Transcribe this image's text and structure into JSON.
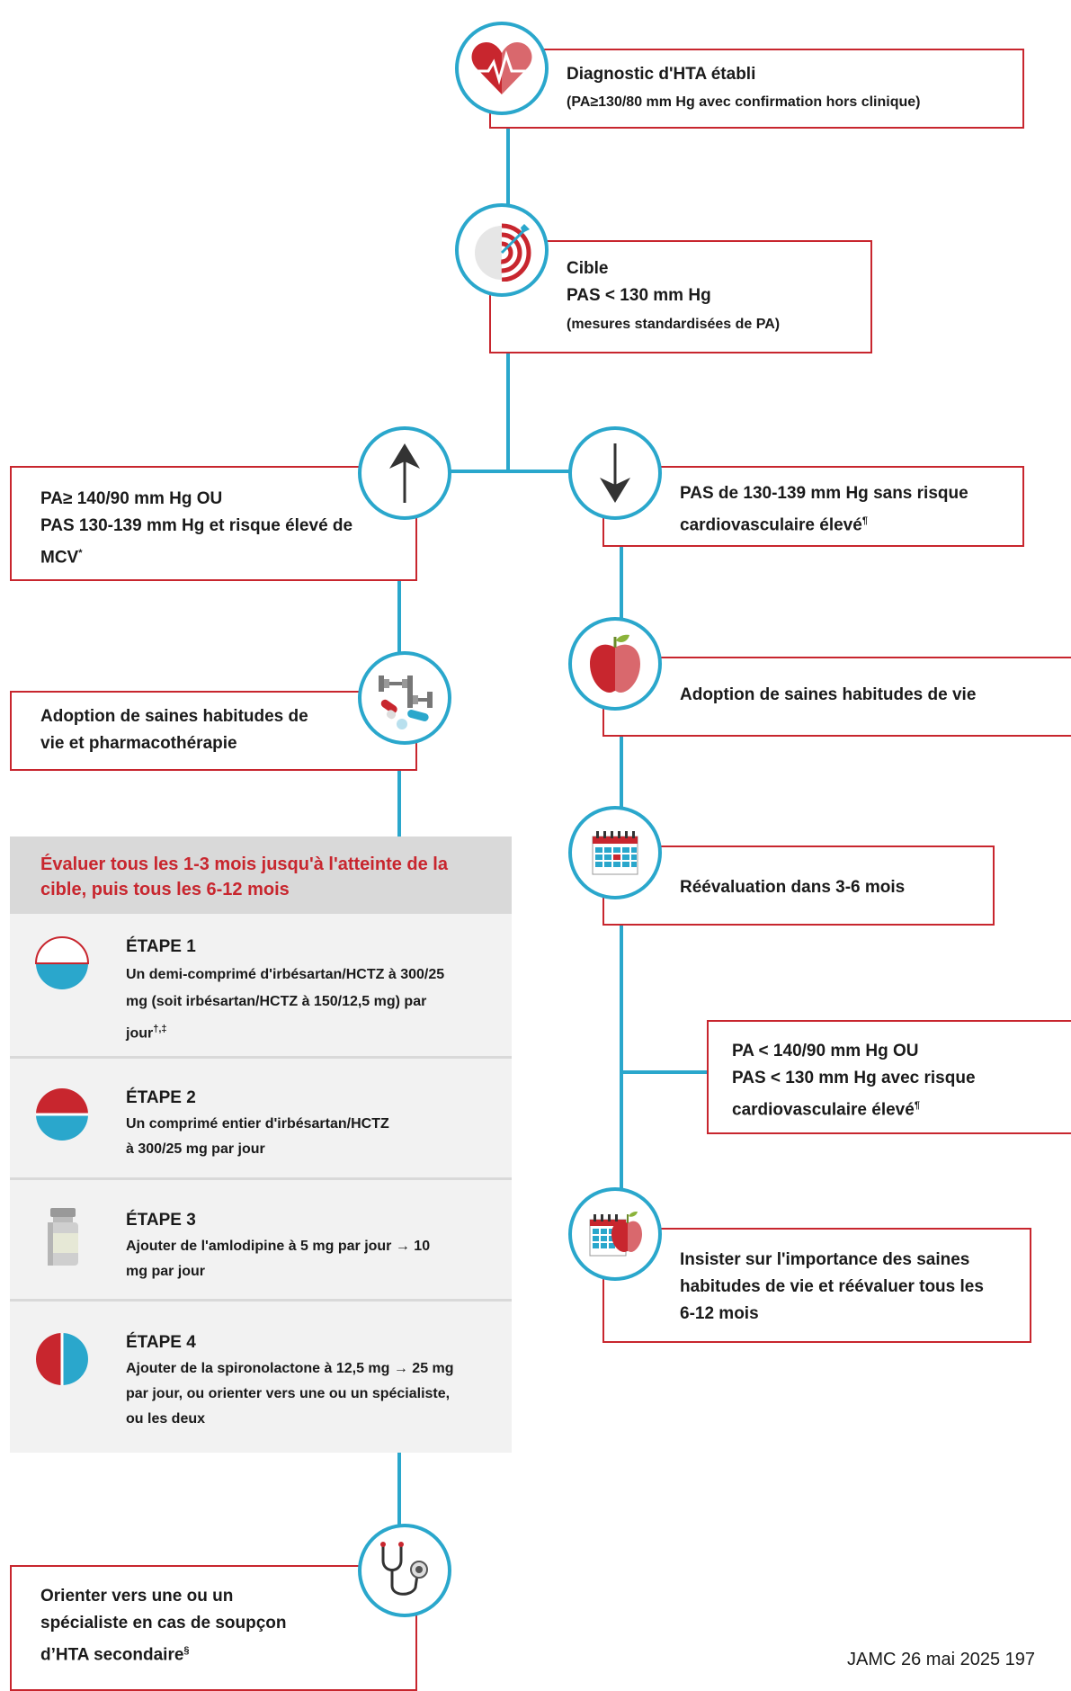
{
  "diagnosis": {
    "title": "Diagnostic d'HTA établi",
    "subtitle": "(PA≥130/80 mm Hg avec confirmation hors clinique)"
  },
  "target": {
    "title": "Cible",
    "line2": "PAS < 130 mm Hg",
    "subtitle": "(mesures standardisées de PA)"
  },
  "left_branch": {
    "line1": "PA≥ 140/90 mm Hg OU",
    "line2": "PAS 130-139 mm Hg et risque élevé de",
    "line3": "MCV",
    "sup": "*"
  },
  "right_branch": {
    "line1": "PAS de 130-139 mm Hg sans risque",
    "line2": "cardiovasculaire élevé",
    "sup": "¶"
  },
  "left_lifestyle": {
    "line1": "Adoption de saines habitudes de",
    "line2": "vie et pharmacothérapie"
  },
  "right_lifestyle": {
    "line1": "Adoption de saines habitudes de vie"
  },
  "reevaluation": {
    "line1": "Réévaluation dans 3-6 mois"
  },
  "evaluate_header": {
    "line1": "Évaluer tous les 1-3 mois jusqu'à l'atteinte de la",
    "line2": "cible, puis tous les 6-12 mois"
  },
  "steps": [
    {
      "title": "ÉTAPE 1",
      "lines": [
        "Un demi-comprimé d'irbésartan/HCTZ à 300/25",
        "mg (soit irbésartan/HCTZ à 150/12,5 mg) par",
        "jour"
      ],
      "sup": "†,‡",
      "icon": "half-pill-icon"
    },
    {
      "title": "ÉTAPE 2",
      "lines": [
        "Un comprimé entier d'irbésartan/HCTZ",
        "à 300/25 mg par jour"
      ],
      "icon": "whole-pill-icon"
    },
    {
      "title": "ÉTAPE 3",
      "lines": [
        "Ajouter de l'amlodipine à 5 mg par jour → 10",
        "mg par jour"
      ],
      "icon": "pill-bottle-icon"
    },
    {
      "title": "ÉTAPE 4",
      "lines": [
        "Ajouter de la spironolactone à 12,5 mg → 25 mg",
        "par jour, ou orienter vers une ou un spécialiste,",
        "ou les deux"
      ],
      "icon": "split-pill-icon"
    }
  ],
  "controlled": {
    "line1": "PA < 140/90 mm Hg OU",
    "line2": "PAS < 130 mm Hg avec risque",
    "line3": "cardiovasculaire élevé",
    "sup": "¶"
  },
  "insist": {
    "line1": "Insister sur l'importance des saines",
    "line2": "habitudes de vie et réévaluer tous les",
    "line3": "6-12 mois"
  },
  "refer": {
    "line1": "Orienter vers une ou un",
    "line2": "spécialiste en cas de soupçon",
    "line3": "d’HTA secondaire",
    "sup": "§"
  },
  "footer": "JAMC 26 mai 2025 197",
  "colors": {
    "red": "#c8262e",
    "blue": "#2aa7cc",
    "gray_panel": "#f2f2f2",
    "header_gray": "#d9d9d9"
  }
}
